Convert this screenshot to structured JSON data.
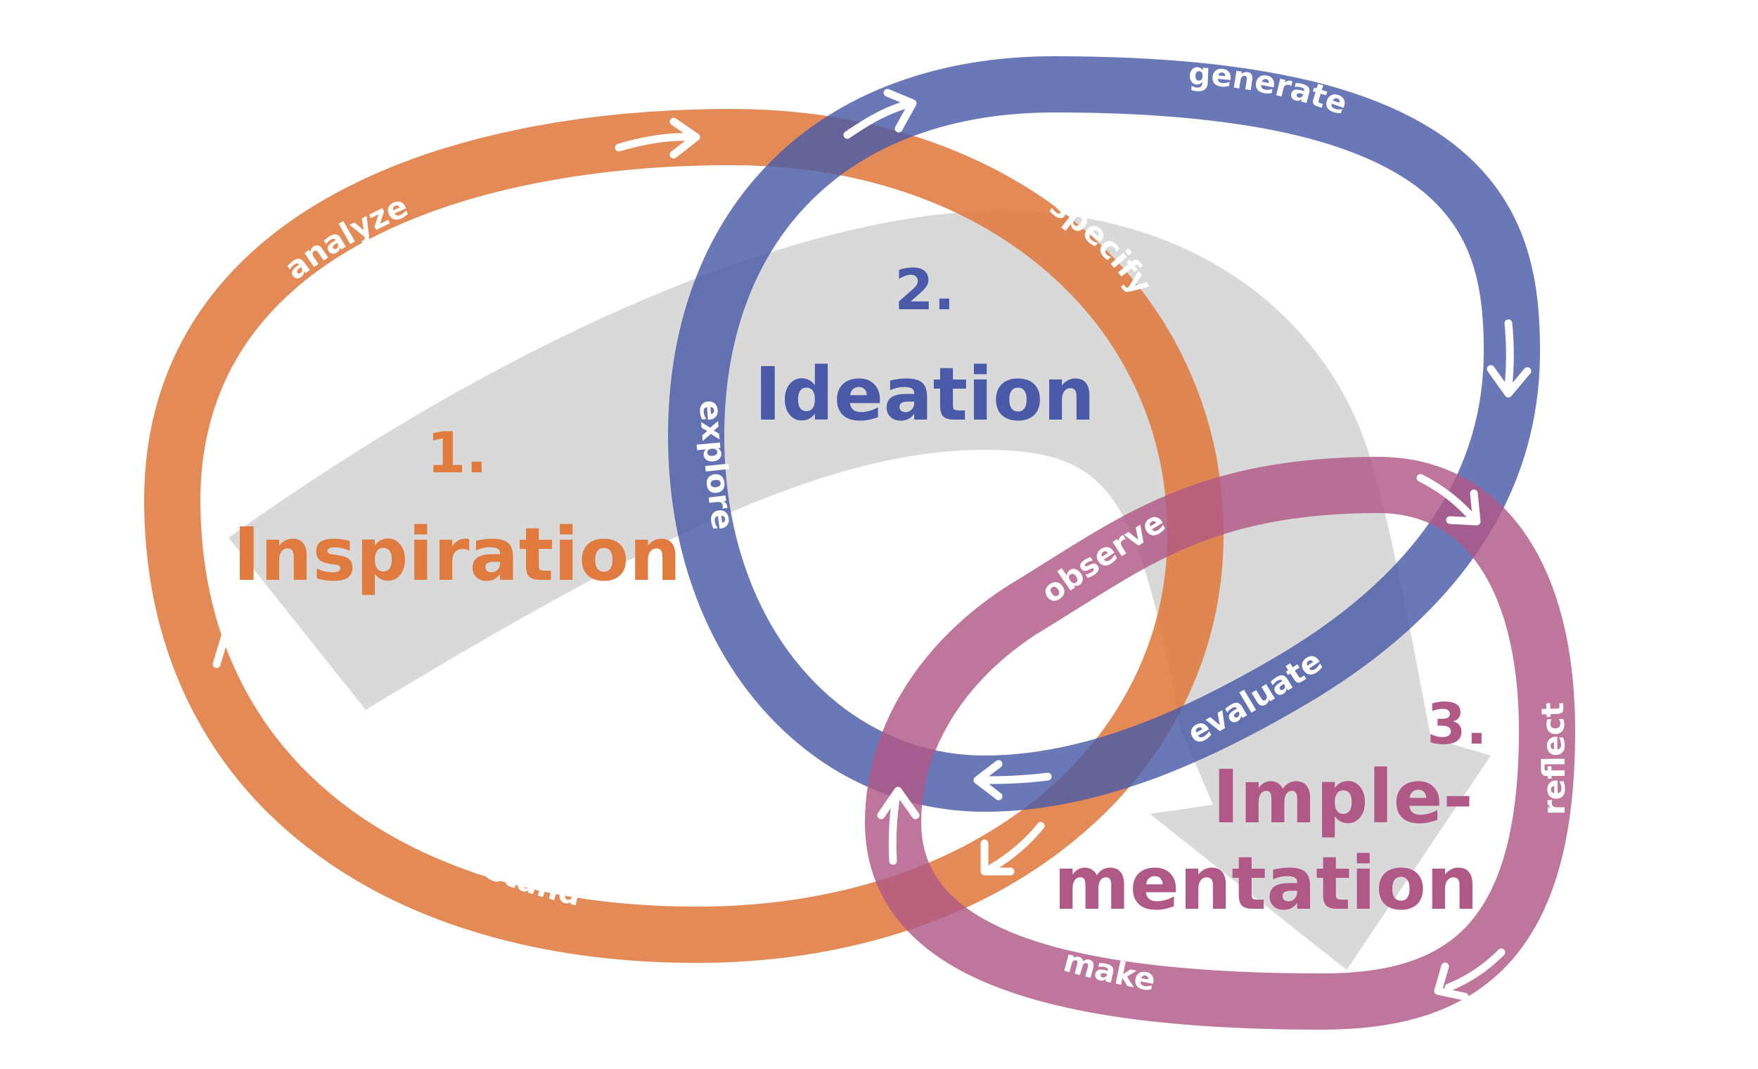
{
  "colors": {
    "inspiration": "#E07A3F",
    "ideation": "#4A5AA8",
    "implementation": "#B05886",
    "background_shape": "#D9D9D9",
    "labels": "#FFFFFF"
  },
  "phases": {
    "inspiration": {
      "number": "1.",
      "title": "Inspiration"
    },
    "ideation": {
      "number": "2.",
      "title": "Ideation"
    },
    "implementation": {
      "number": "3.",
      "title_line1": "Imple-",
      "title_line2": "mentation"
    }
  },
  "cycles": {
    "inspiration": [
      "analyze",
      "specify",
      "understand"
    ],
    "ideation": [
      "generate",
      "explore",
      "evaluate"
    ],
    "implementation": [
      "observe",
      "reflect",
      "make"
    ]
  },
  "icons": [
    "arrow-icon",
    "big-gray-arrow-icon"
  ]
}
